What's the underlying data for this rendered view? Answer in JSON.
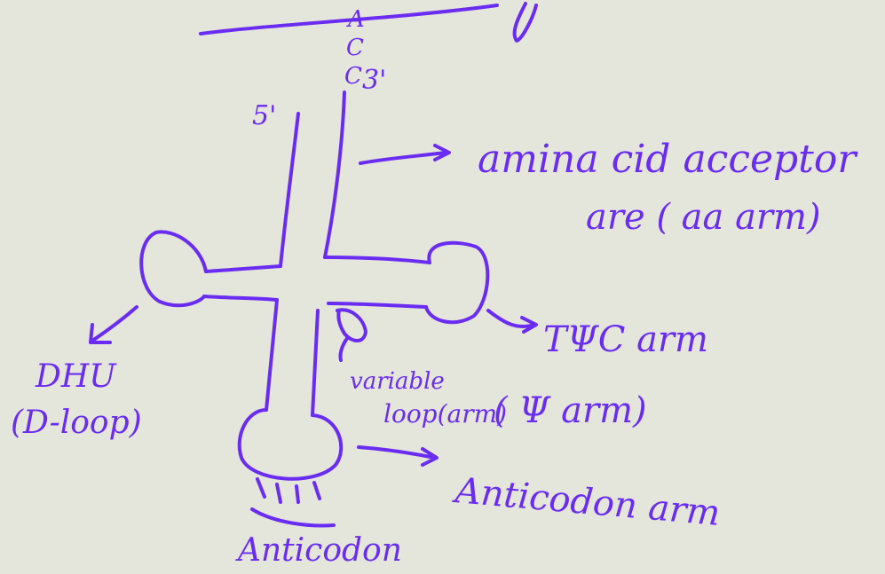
{
  "colors": {
    "background": "#e4e6dc",
    "ink": "#6a2cf0"
  },
  "diagram": {
    "labels": {
      "end_3prime_bases": [
        "A",
        "C",
        "C"
      ],
      "end_3prime": "3'",
      "end_5prime": "5'",
      "acceptor_line1": "amina cid acceptor",
      "acceptor_line2": "are ( aa arm)",
      "tpsic_arm": "TΨC arm",
      "dhu": "DHU",
      "dloop": "(D-loop)",
      "variable_line1": "variable",
      "variable_line2": "loop(arm)",
      "psi_arm": "( Ψ arm)",
      "anticodon_arm": "Anticodon arm",
      "anticodon": "Anticodon"
    }
  }
}
